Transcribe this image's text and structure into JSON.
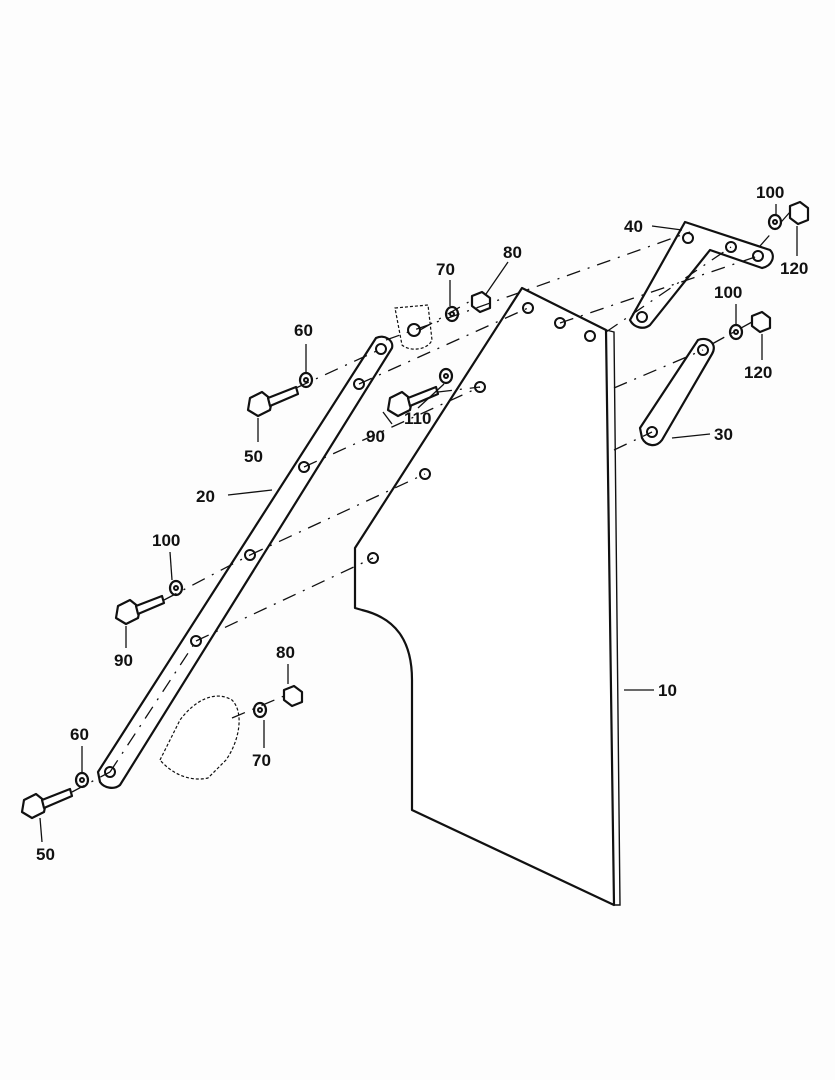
{
  "diagram": {
    "callouts": {
      "c10": "10",
      "c20": "20",
      "c30": "30",
      "c40": "40",
      "c50_top": "50",
      "c50_bottom": "50",
      "c60_top": "60",
      "c60_bottom": "60",
      "c70_top": "70",
      "c70_bottom": "70",
      "c80_top": "80",
      "c80_bottom": "80",
      "c90_top": "90",
      "c90_mid": "90",
      "c100_top": "100",
      "c100_right": "100",
      "c100_left": "100",
      "c110": "110",
      "c120_top": "120",
      "c120_right": "120"
    }
  }
}
